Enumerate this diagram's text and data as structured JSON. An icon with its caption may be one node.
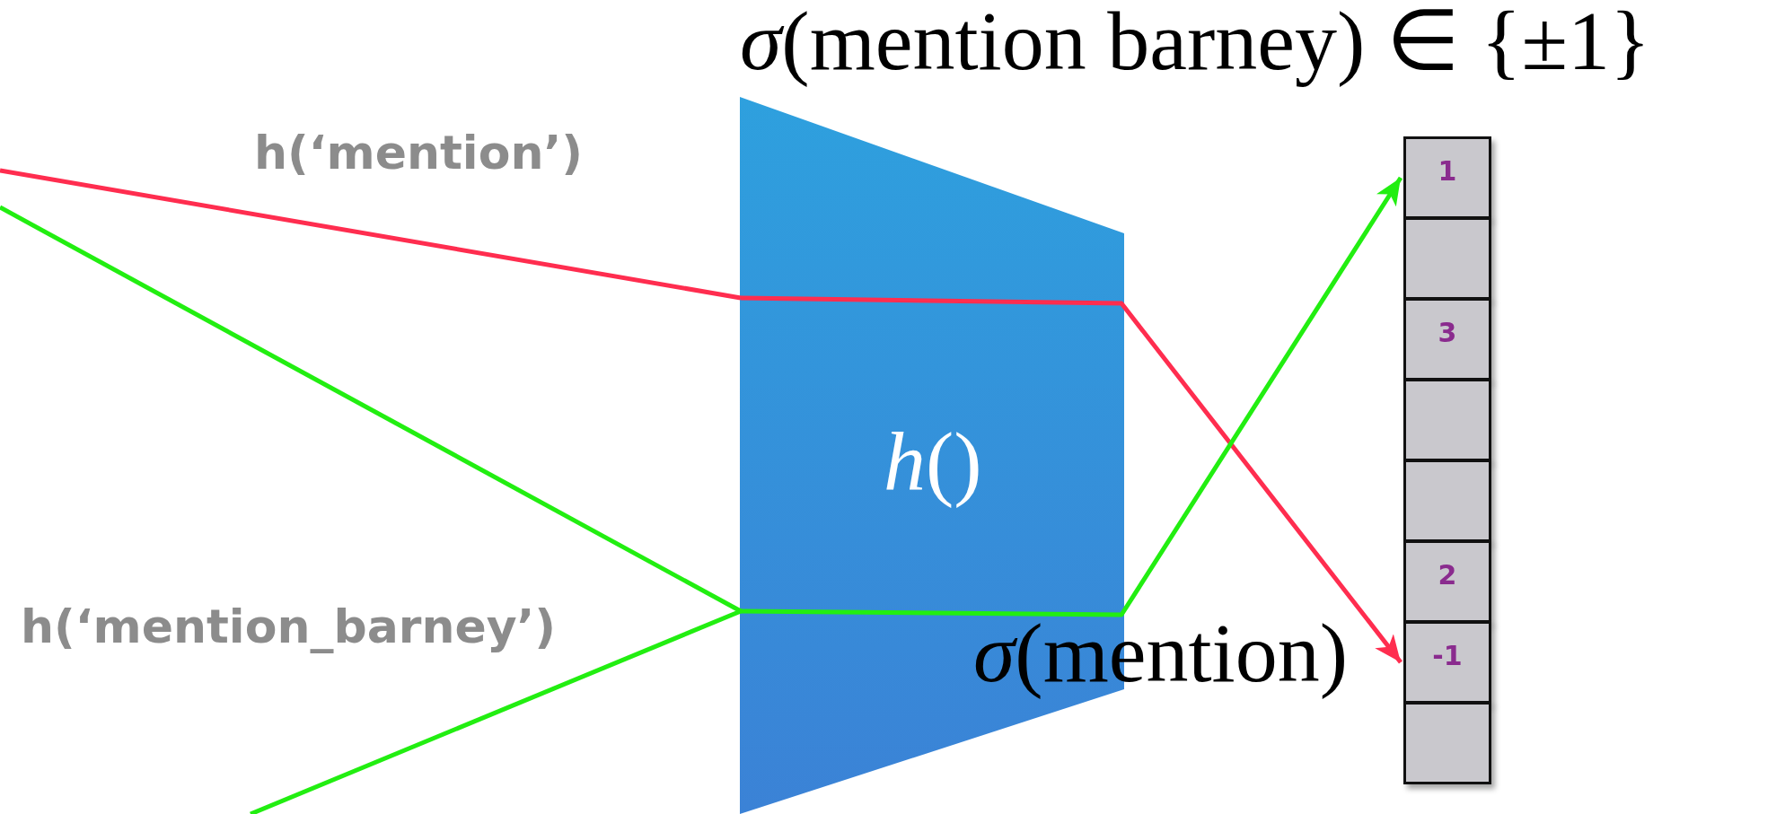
{
  "diagram": {
    "title": "*σ*(mention barney) ∈ {±1}",
    "nodes": [
      {
        "text": [
          "*h*()"
        ]
      },
      {
        "text": [],
        "shape": "bar"
      },
      {
        "text": [
          "1"
        ],
        "in": 1
      },
      {
        "text": [],
        "shape": "box",
        "in": 1
      },
      {
        "text": [
          "3"
        ],
        "in": 1
      },
      {
        "text": [],
        "shape": "box",
        "in": 1
      },
      {
        "text": [],
        "shape": "box",
        "in": 1
      },
      {
        "text": [
          "2"
        ],
        "in": 1
      },
      {
        "text": [
          "-1"
        ],
        "in": 1
      },
      {
        "text": [],
        "shape": "box",
        "in": 1
      }
    ],
    "edges": [
      {
        "from": null,
        "to": 0,
        "arrow": "none",
        "color": "#ff2d4f"
      },
      {
        "from": 0,
        "to": 8,
        "arrow": "to",
        "color": "#ff2d4f"
      },
      {
        "from": null,
        "to": 0,
        "arrow": "none",
        "color": "#22ee11"
      },
      {
        "from": null,
        "to": 0,
        "arrow": "none",
        "color": "#22ee11"
      },
      {
        "from": 0,
        "to": 2,
        "arrow": "to",
        "color": "#22ee11"
      }
    ],
    "labels": [
      "h(‘mention’)",
      "h(‘mention_barney’)",
      "*σ*(mention)"
    ]
  }
}
